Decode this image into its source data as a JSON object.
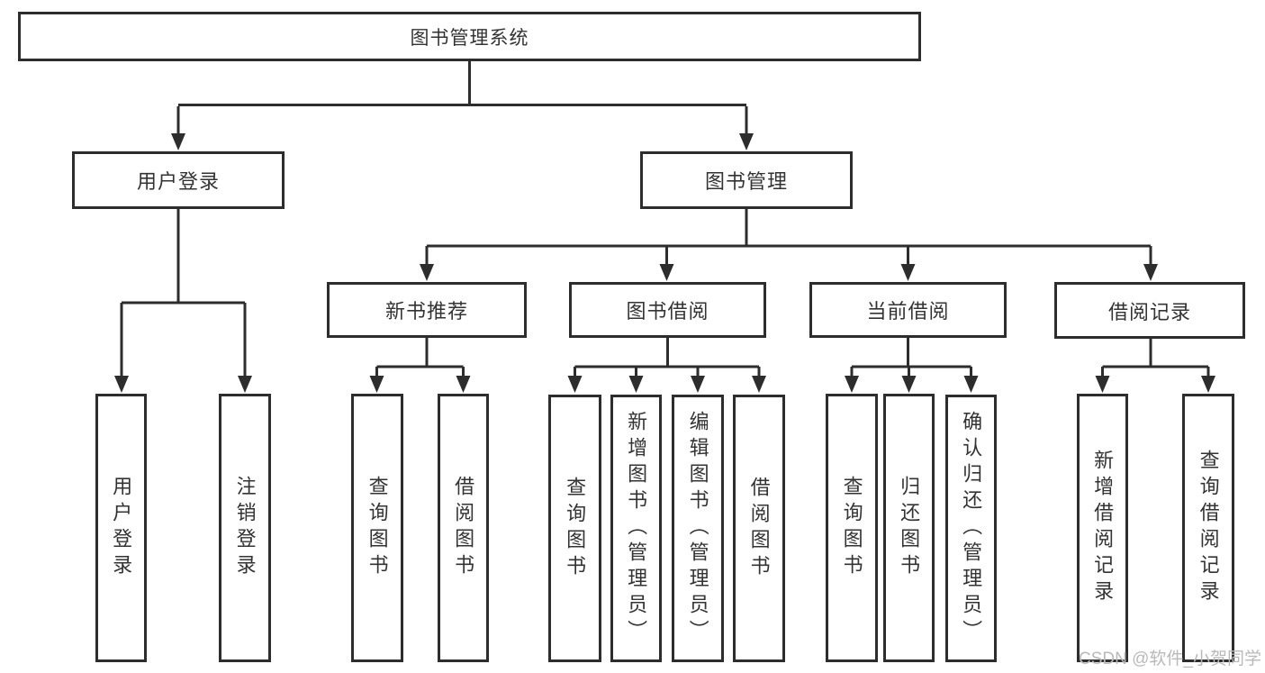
{
  "diagram": {
    "root": {
      "label": "图书管理系统"
    },
    "level2": {
      "user_login": {
        "label": "用户登录"
      },
      "book_management": {
        "label": "图书管理"
      }
    },
    "level3": {
      "new_book_recommend": {
        "label": "新书推荐"
      },
      "book_borrow": {
        "label": "图书借阅"
      },
      "current_borrow": {
        "label": "当前借阅"
      },
      "borrow_records": {
        "label": "借阅记录"
      }
    },
    "leaves": {
      "user_login_leaf": {
        "label": "用户登录"
      },
      "logout": {
        "label": "注销登录"
      },
      "nb_query_book": {
        "label": "查询图书"
      },
      "nb_borrow_book": {
        "label": "借阅图书"
      },
      "bb_query_book": {
        "label": "查询图书"
      },
      "bb_add_book_admin": {
        "label": "新增图书（管理员）"
      },
      "bb_edit_book_admin": {
        "label": "编辑图书（管理员）"
      },
      "bb_borrow_book": {
        "label": "借阅图书"
      },
      "cb_query_book": {
        "label": "查询图书"
      },
      "cb_return_book": {
        "label": "归还图书"
      },
      "cb_confirm_return_admin": {
        "label": "确认归还（管理员）"
      },
      "br_add_record": {
        "label": "新增借阅记录"
      },
      "br_query_record": {
        "label": "查询借阅记录"
      }
    }
  },
  "watermark": {
    "text": "CSDN @软件_小贺同学"
  },
  "colors": {
    "line": "#2d2d2d",
    "text": "#333333",
    "background": "#ffffff",
    "watermark": "#b9b9b9"
  }
}
